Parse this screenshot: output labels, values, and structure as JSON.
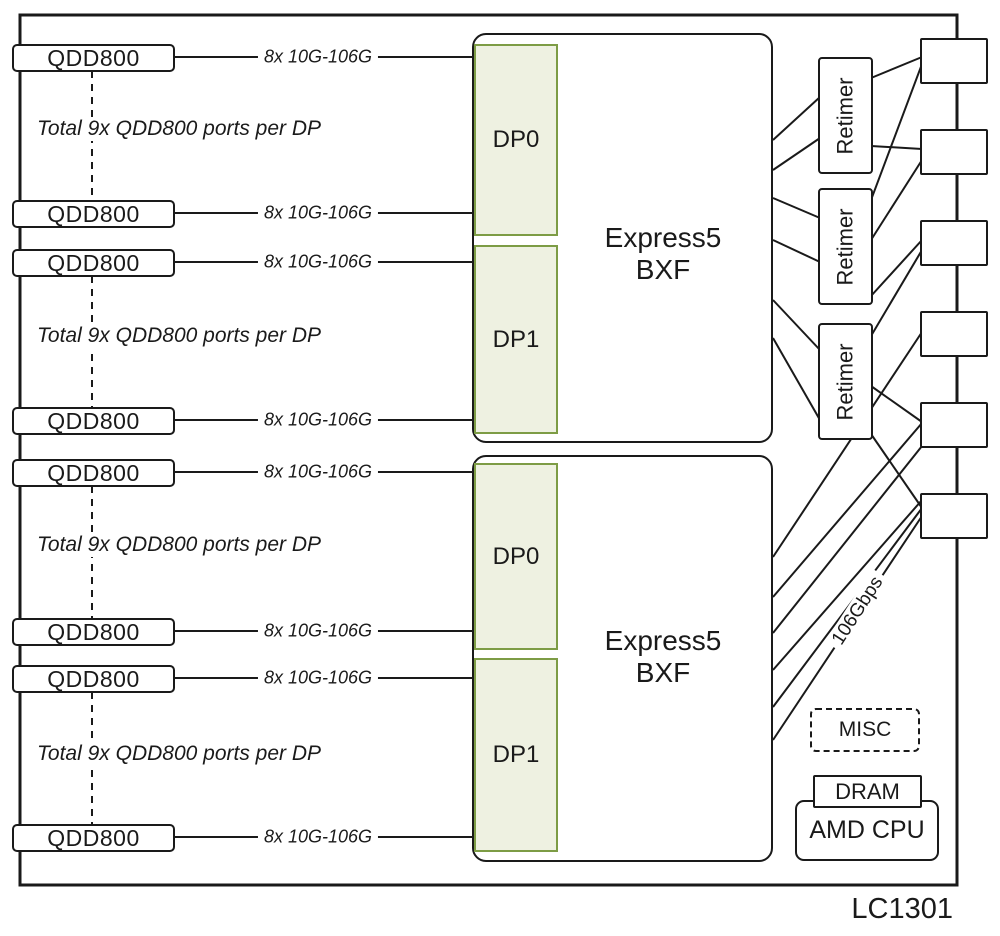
{
  "diagram_title": "LC1301",
  "qdd": {
    "label": "QDD800",
    "group_note": "Total 9x QDD800 ports per DP",
    "link_label": "8x 10G-106G"
  },
  "bxf": {
    "line1": "Express5",
    "line2": "BXF",
    "dp0": "DP0",
    "dp1": "DP1"
  },
  "retimer_label": "Retimer",
  "serdes_label": "106Gbps",
  "misc_label": "MISC",
  "dram_label": "DRAM",
  "cpu_label": "AMD CPU",
  "colors": {
    "stroke": "#1a1a1a",
    "dp_fill": "#eef1e1",
    "dp_border": "#7d9c45"
  }
}
